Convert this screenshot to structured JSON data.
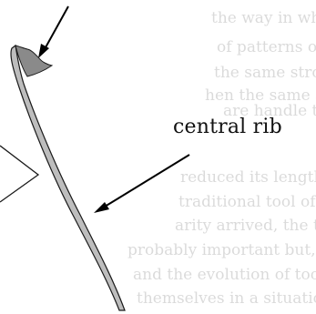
{
  "labels": {
    "central_rib": "central rib"
  },
  "background_text": [
    "the way in which they re-",
    "of patterns of tool use",
    "the same stroke removed",
    "hen the same stakes the",
    "are handle the opposite",
    "reduced its length so",
    "traditional tool of the",
    "arity arrived, the tools",
    "probably important but, for",
    "and the evolution of toolmaking",
    "themselves in a situation where the"
  ],
  "colors": {
    "rib_fill": "#bdbdbd",
    "rib_stroke": "#1a1a1a",
    "arrow": "#000000",
    "bulb_fill": "#8a8a8a"
  }
}
